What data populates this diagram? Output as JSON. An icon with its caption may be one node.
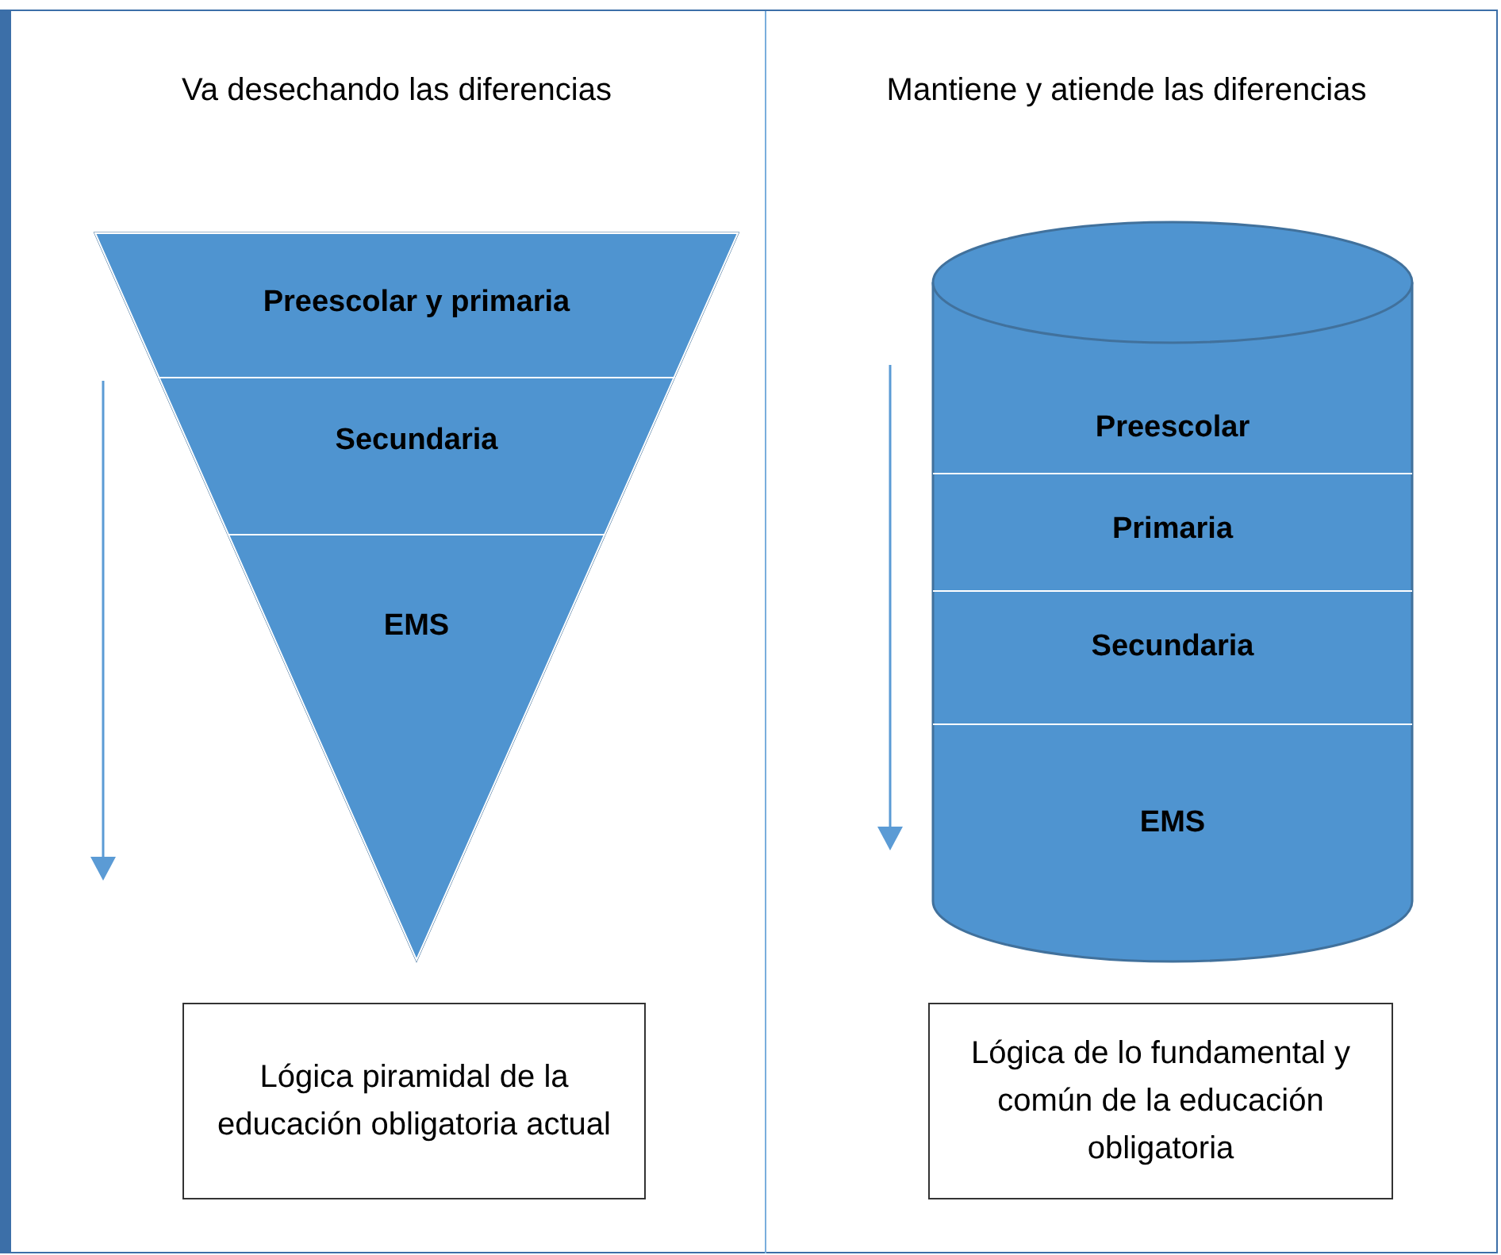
{
  "diagram": {
    "nodes": [
      {
        "text": [],
        "shape": "triangle"
      },
      {
        "text": [
          "Preescolar y primaria"
        ],
        "in": 0
      },
      {
        "text": [
          "Secundaria"
        ],
        "in": 0
      },
      {
        "text": [
          "EMS"
        ],
        "in": 0
      },
      {
        "text": [
          "Lógica piramidal de la educación obligatoria actual"
        ]
      },
      {
        "text": [],
        "shape": "cylinder"
      },
      {
        "text": [
          "Preescolar"
        ],
        "in": 5
      },
      {
        "text": [
          "Primaria"
        ],
        "in": 5
      },
      {
        "text": [
          "Secundaria"
        ],
        "in": 5
      },
      {
        "text": [
          "EMS"
        ],
        "in": 5
      },
      {
        "text": [
          "Lógica de lo fundamental y común de la educación obligatoria"
        ]
      }
    ],
    "labels": [
      "Va desechando las diferencias",
      "Mantiene y atiende las diferencias"
    ]
  }
}
